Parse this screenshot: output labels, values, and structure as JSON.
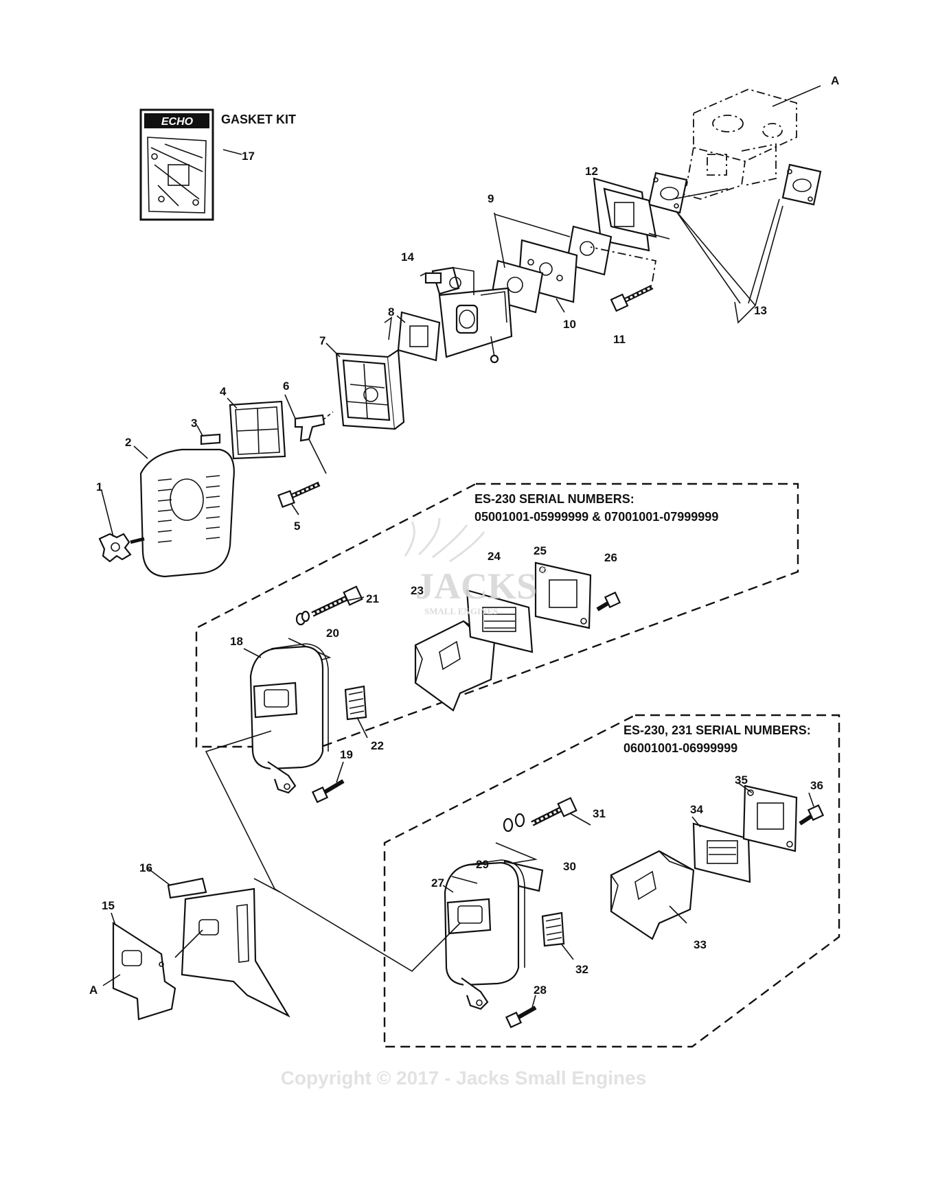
{
  "kit": {
    "brand": "ECHO",
    "title": "GASKET KIT"
  },
  "groups": {
    "es230_header_line1": "ES-230 SERIAL NUMBERS:",
    "es230_header_line2": "05001001-05999999 & 07001001-07999999",
    "es231_header_line1": "ES-230, 231 SERIAL NUMBERS:",
    "es231_header_line2": "06001001-06999999"
  },
  "callouts": {
    "p1": "1",
    "p2": "2",
    "p3": "3",
    "p4": "4",
    "p5": "5",
    "p6": "6",
    "p7": "7",
    "p8": "8",
    "p9": "9",
    "p10": "10",
    "p11": "11",
    "p12": "12",
    "p13": "13",
    "p14": "14",
    "p15": "15",
    "p16": "16",
    "p17": "17",
    "p18": "18",
    "p19": "19",
    "p20": "20",
    "p21": "21",
    "p22": "22",
    "p23": "23",
    "p24": "24",
    "p25": "25",
    "p26": "26",
    "p27": "27",
    "p28": "28",
    "p29": "29",
    "p30": "30",
    "p31": "31",
    "p32": "32",
    "p33": "33",
    "p34": "34",
    "p35": "35",
    "p36": "36",
    "ref_a_top": "A",
    "ref_a_bottom": "A"
  },
  "watermark": {
    "logo_text": "JACKS",
    "logo_sub": "SMALL ENGINES",
    "copyright": "Copyright © 2017 - Jacks Small Engines"
  }
}
